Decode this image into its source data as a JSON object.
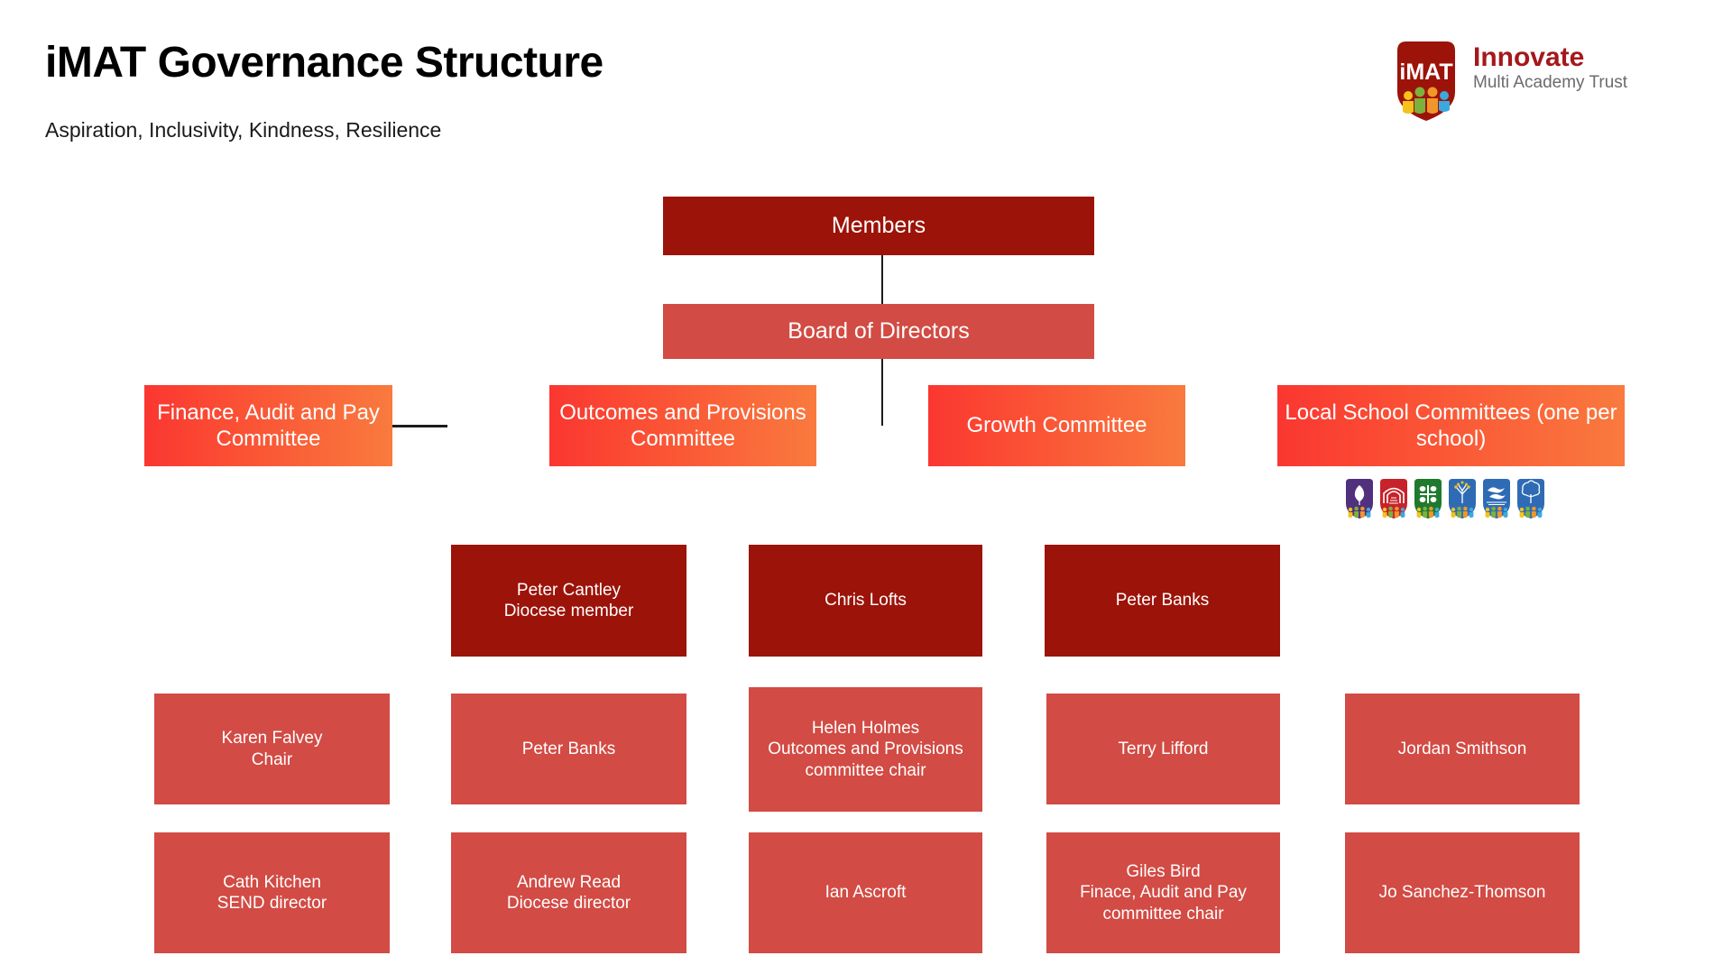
{
  "header": {
    "title": "iMAT Governance Structure",
    "subtitle": "Aspiration, Inclusivity, Kindness, Resilience"
  },
  "logo": {
    "shield_text": "iMAT",
    "brand_name": "Innovate",
    "tagline": "Multi Academy Trust",
    "shield_color": "#9C1309",
    "brand_color": "#A4181B",
    "tagline_color": "#6b6b6b"
  },
  "colors": {
    "dark_red": "#9C1309",
    "light_red": "#D24B44",
    "gradient_start": "#FA3731",
    "gradient_end": "#F97A3E",
    "connector": "#1b1b1b"
  },
  "chart_data": {
    "type": "diagram",
    "title": "iMAT Governance Structure",
    "levels": [
      {
        "name": "members",
        "nodes": [
          {
            "label": "Members",
            "style": "dark"
          }
        ]
      },
      {
        "name": "board",
        "nodes": [
          {
            "label": "Board of Directors",
            "style": "light"
          }
        ]
      },
      {
        "name": "committees",
        "nodes": [
          {
            "label": "Finance, Audit and Pay Committee",
            "style": "gradient"
          },
          {
            "label": "Outcomes and Provisions Committee",
            "style": "gradient"
          },
          {
            "label": "Growth Committee",
            "style": "gradient"
          },
          {
            "label": "Local School Committees (one per school)",
            "style": "gradient"
          }
        ]
      },
      {
        "name": "people_row_1",
        "nodes": [
          {
            "label": "Peter Cantley\nDiocese member",
            "style": "dark"
          },
          {
            "label": "Chris Lofts",
            "style": "dark"
          },
          {
            "label": "Peter Banks",
            "style": "dark"
          }
        ]
      },
      {
        "name": "people_row_2",
        "nodes": [
          {
            "label": "Karen Falvey\nChair",
            "style": "light"
          },
          {
            "label": "Peter Banks",
            "style": "light"
          },
          {
            "label": "Helen Holmes\nOutcomes and Provisions committee chair",
            "style": "light"
          },
          {
            "label": "Terry Lifford",
            "style": "light"
          },
          {
            "label": "Jordan Smithson",
            "style": "light"
          }
        ]
      },
      {
        "name": "people_row_3",
        "nodes": [
          {
            "label": "Cath Kitchen\nSEND director",
            "style": "light"
          },
          {
            "label": "Andrew Read\nDiocese director",
            "style": "light"
          },
          {
            "label": "Ian Ascroft",
            "style": "light"
          },
          {
            "label": "Giles Bird\nFinace, Audit and Pay committee chair",
            "style": "light"
          },
          {
            "label": "Jo Sanchez-Thomson",
            "style": "light"
          }
        ]
      }
    ],
    "school_crests": [
      {
        "name": "crest-leaf",
        "color": "#51307E",
        "emblem": "leaf"
      },
      {
        "name": "crest-tunnel",
        "color": "#C6232A",
        "emblem": "tunnel"
      },
      {
        "name": "crest-flower",
        "color": "#1F7A2E",
        "emblem": "flower"
      },
      {
        "name": "crest-tree",
        "color": "#2F6BB5",
        "emblem": "tree"
      },
      {
        "name": "crest-birds",
        "color": "#2F6BB5",
        "emblem": "birds"
      },
      {
        "name": "crest-oak",
        "color": "#2F6BB5",
        "emblem": "oak"
      }
    ]
  },
  "nodes": {
    "members": "Members",
    "board": "Board of Directors",
    "finance_committee": "Finance, Audit and Pay Committee",
    "outcomes_committee": "Outcomes and Provisions Committee",
    "growth_committee": "Growth Committee",
    "local_committees": "Local School Committees (one per school)",
    "peter_cantley": "Peter Cantley\nDiocese member",
    "chris_lofts": "Chris Lofts",
    "peter_banks_top": "Peter Banks",
    "karen_falvey": "Karen Falvey\nChair",
    "peter_banks_mid": "Peter Banks",
    "helen_holmes": "Helen Holmes\nOutcomes and Provisions committee chair",
    "terry_lifford": "Terry Lifford",
    "jordan_smithson": "Jordan Smithson",
    "cath_kitchen": "Cath Kitchen\nSEND director",
    "andrew_read": "Andrew Read\nDiocese director",
    "ian_ascroft": "Ian Ascroft",
    "giles_bird": "Giles Bird\nFinace, Audit and Pay committee chair",
    "jo_sanchez_thomson": "Jo Sanchez-Thomson"
  }
}
